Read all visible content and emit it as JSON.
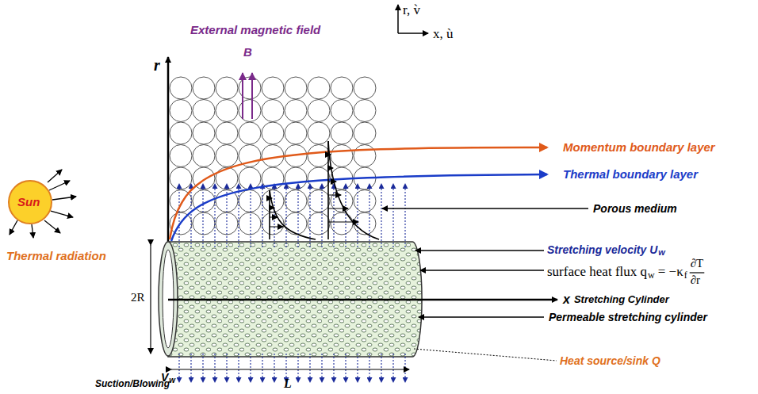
{
  "diagram": {
    "labels": [
      "r, v̀",
      "x, ù",
      "External magnetic field",
      "B",
      "r",
      "Momentum boundary layer",
      "Thermal boundary layer",
      "Sun",
      "Porous medium",
      "Stretching velocity U",
      "w",
      "surface heat flux q",
      "w",
      "= −κ",
      "f",
      "∂T",
      "∂r",
      "Thermal radiation",
      "2R",
      "x",
      "Stretching Cylinder",
      "Permeable stretching cylinder",
      "V",
      "w",
      "Suction/Blowing",
      "Heat source/sink Q",
      "L"
    ]
  }
}
